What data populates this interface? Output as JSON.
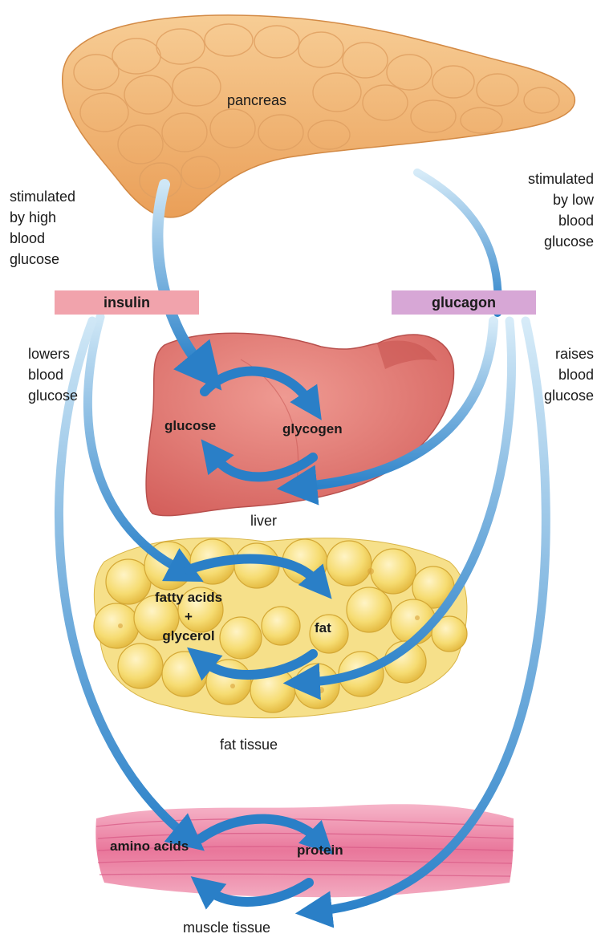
{
  "organs": {
    "pancreas": "pancreas",
    "liver": "liver",
    "fat_tissue": "fat tissue",
    "muscle_tissue": "muscle tissue"
  },
  "hormones": {
    "insulin": "insulin",
    "glucagon": "glucagon"
  },
  "conditions": {
    "high": "stimulated\nby high\nblood\nglucose",
    "low": "stimulated\nby low\nblood\nglucose"
  },
  "effects": {
    "lowers": "lowers\nblood\nglucose",
    "raises": "raises\nblood\nglucose"
  },
  "liver_cycle": {
    "left": "glucose",
    "right": "glycogen"
  },
  "fat_cycle": {
    "left": "fatty acids\n+\nglycerol",
    "right": "fat"
  },
  "muscle_cycle": {
    "left": "amino acids",
    "right": "protein"
  },
  "colors": {
    "pancreas": "#f3b877",
    "liver": "#e4807a",
    "fat": "#f3d86a",
    "muscle": "#ea7da2",
    "insulin_box": "#f1a3ac",
    "glucagon_box": "#d7a7d6",
    "arrow": "#2c82c9",
    "arrow_light": "#a9d3ee"
  }
}
